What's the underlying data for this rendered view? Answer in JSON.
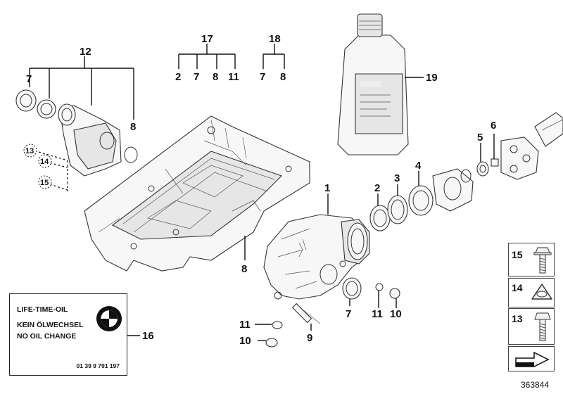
{
  "diagram": {
    "callouts": {
      "c1": "1",
      "c2": "2",
      "c3": "3",
      "c4": "4",
      "c5": "5",
      "c6": "6",
      "c7a": "7",
      "c7b": "7",
      "c7c": "7",
      "c7d": "7",
      "c8a": "8",
      "c8b": "8",
      "c8c": "8",
      "c8d": "8",
      "c9": "9",
      "c10a": "10",
      "c10b": "10",
      "c11a": "11",
      "c11b": "11",
      "c11c": "11",
      "c12": "12",
      "c13": "13",
      "c14": "14",
      "c15": "15",
      "c16": "16",
      "c17": "17",
      "c18": "18",
      "c19": "19",
      "c2b": "2"
    },
    "label": {
      "line1": "LIFE-TIME-OIL",
      "line2": "KEIN ÖLWECHSEL",
      "line3": "NO OIL CHANGE",
      "part_number": "01 39 9 791 197"
    },
    "legend": {
      "l15": "15",
      "l14": "14",
      "l13": "13"
    },
    "document_id": "363844"
  }
}
